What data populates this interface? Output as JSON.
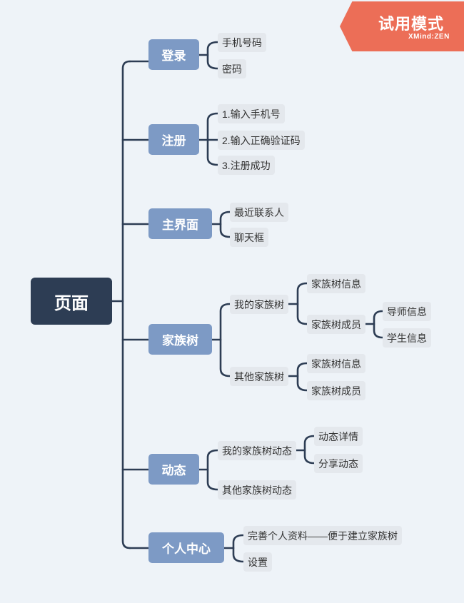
{
  "watermark": {
    "title": "试用模式",
    "brand": "XMind:ZEN"
  },
  "colors": {
    "root": "#2d3d54",
    "main": "#7d9ac5",
    "sub": "#e4e8ed",
    "line": "#2d3d54",
    "badge": "#ec6e57"
  },
  "root": "页面",
  "branches": {
    "login": {
      "label": "登录",
      "children": [
        "手机号码",
        "密码"
      ]
    },
    "register": {
      "label": "注册",
      "children": [
        "1.输入手机号",
        "2.输入正确验证码",
        "3.注册成功"
      ]
    },
    "home": {
      "label": "主界面",
      "children": [
        "最近联系人",
        "聊天框"
      ]
    },
    "family_tree": {
      "label": "家族树",
      "mine": {
        "label": "我的家族树",
        "info": "家族树信息",
        "members": {
          "label": "家族树成员",
          "children": [
            "导师信息",
            "学生信息"
          ]
        }
      },
      "others": {
        "label": "其他家族树",
        "children": [
          "家族树信息",
          "家族树成员"
        ]
      }
    },
    "feed": {
      "label": "动态",
      "mine": {
        "label": "我的家族树动态",
        "children": [
          "动态详情",
          "分享动态"
        ]
      },
      "others": "其他家族树动态"
    },
    "profile": {
      "label": "个人中心",
      "children": [
        "完善个人资料——便于建立家族树",
        "设置"
      ]
    }
  }
}
